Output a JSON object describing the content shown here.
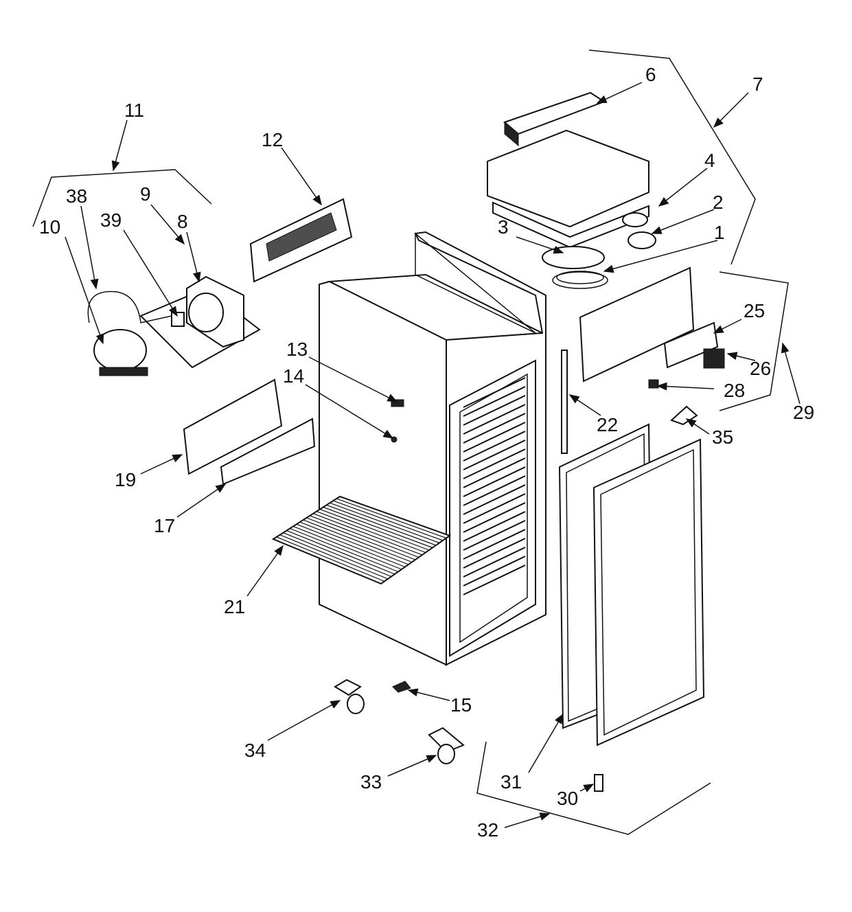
{
  "diagram": {
    "type": "exploded-parts-view",
    "callouts": [
      "1",
      "2",
      "3",
      "4",
      "6",
      "7",
      "8",
      "9",
      "10",
      "11",
      "12",
      "13",
      "14",
      "15",
      "17",
      "19",
      "21",
      "22",
      "25",
      "26",
      "28",
      "29",
      "30",
      "31",
      "32",
      "33",
      "34",
      "35",
      "38",
      "39"
    ]
  }
}
